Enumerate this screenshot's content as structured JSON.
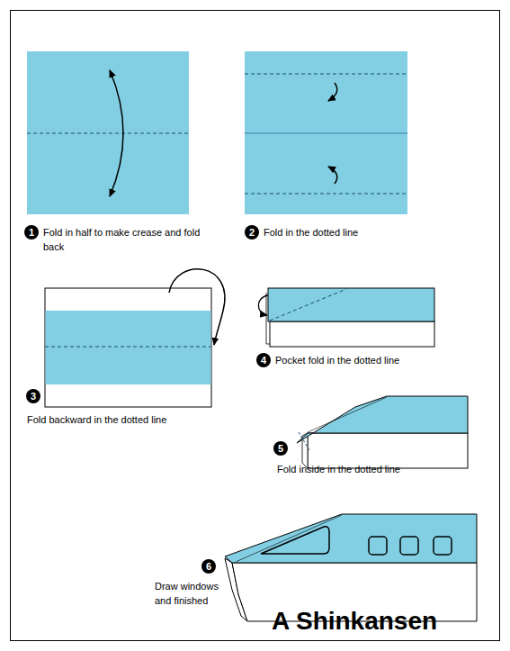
{
  "diagram": {
    "title": "A Shinkansen",
    "nodes": [
      {
        "text": [
          "1"
        ]
      },
      {
        "text": [
          "2"
        ]
      },
      {
        "text": [
          "3"
        ]
      },
      {
        "text": [
          "4"
        ]
      },
      {
        "text": [
          "5"
        ]
      },
      {
        "text": [
          "6"
        ]
      }
    ],
    "labels": [
      "Fold in half to make crease and fold back",
      "Fold in the dotted line",
      "Fold backward in the dotted line",
      "Pocket fold in the dotted line",
      "Fold inside in the dotted line",
      "Draw windows and finished"
    ]
  }
}
